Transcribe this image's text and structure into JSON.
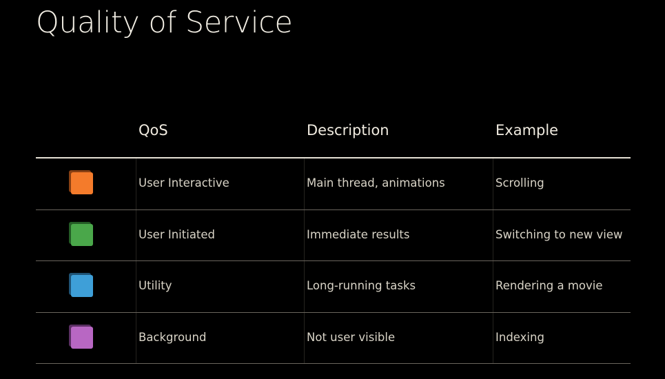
{
  "title": "Quality of Service",
  "table": {
    "headers": {
      "qos": "QoS",
      "description": "Description",
      "example": "Example"
    },
    "rows": [
      {
        "icon": "orange-square-icon",
        "color": "#f47b2b",
        "shadow": "#b6551a",
        "qos": "User Interactive",
        "description": "Main thread, animations",
        "example": "Scrolling"
      },
      {
        "icon": "green-square-icon",
        "color": "#4aa74a",
        "shadow": "#2f7a32",
        "qos": "User Initiated",
        "description": "Immediate results",
        "example": "Switching to new view"
      },
      {
        "icon": "blue-square-icon",
        "color": "#3e9fd8",
        "shadow": "#2a6f9c",
        "qos": "Utility",
        "description": "Long-running tasks",
        "example": "Rendering a movie"
      },
      {
        "icon": "purple-square-icon",
        "color": "#b867c3",
        "shadow": "#7a3f84",
        "qos": "Background",
        "description": "Not user visible",
        "example": "Indexing"
      }
    ]
  }
}
